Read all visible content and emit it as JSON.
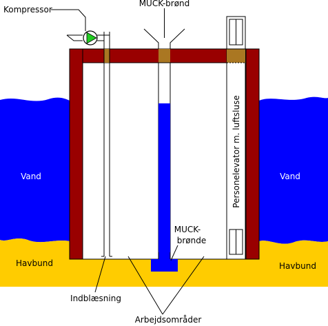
{
  "labels": {
    "kompressor": "Kompressor",
    "muck_well_top": "MUCK-brønd",
    "muck_wells_line1": "MUCK-",
    "muck_wells_line2": "brønde",
    "water_left": "Vand",
    "water_right": "Vand",
    "seabed_left": "Havbund",
    "seabed_right": "Havbund",
    "air_inlet": "Indblæsning",
    "work_areas": "Arbejdsområder",
    "elevator": "Personelevator m. luftsluse"
  },
  "colors": {
    "water": "#0000ff",
    "seabed": "#ffcc00",
    "caisson_wall": "#990000",
    "plug": "#aa7722",
    "compressor": "#22cc22",
    "line": "#000000",
    "background": "#ffffff"
  },
  "icons": {
    "compressor": "pump-triangle-icon"
  }
}
